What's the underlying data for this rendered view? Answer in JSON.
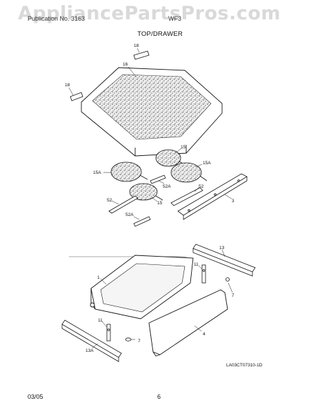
{
  "watermark": "AppliancePartsPros.com",
  "header": {
    "left": "Publication No. 3163",
    "right": "WF3"
  },
  "section_title": "TOP/DRAWER",
  "callouts": {
    "c18a": "18",
    "c18b": "18",
    "c16": "16",
    "c15_top": "15",
    "c15A_left": "15A",
    "c15A_right": "15A",
    "c52A_mid": "52A",
    "c52_mid": "52",
    "c52_left": "52",
    "c15_low": "15",
    "c3": "3",
    "c52A_low": "52A",
    "c13": "13",
    "c11_right": "11",
    "c1": "1",
    "c7_right": "7",
    "c11_left": "11",
    "c4": "4",
    "c7_low": "7",
    "c13A": "13A"
  },
  "drawing_code": "LA03CT07310-1D",
  "footer": {
    "date": "03/05",
    "page_number": "6"
  }
}
